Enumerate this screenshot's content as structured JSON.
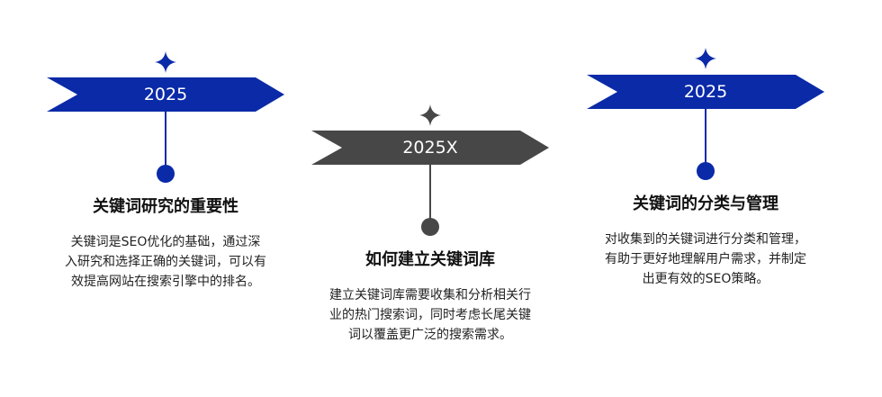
{
  "colors": {
    "primary": "#0a2aa8",
    "secondary": "#474747"
  },
  "steps": [
    {
      "label": "2025",
      "title": "关键词研究的重要性",
      "description": "关键词是SEO优化的基础，通过深入研究和选择正确的关键词，可以有效提高网站在搜索引擎中的排名。"
    },
    {
      "label": "2025X",
      "title": "如何建立关键词库",
      "description": "建立关键词库需要收集和分析相关行业的热门搜索词，同时考虑长尾关键词以覆盖更广泛的搜索需求。"
    },
    {
      "label": "2025",
      "title": "关键词的分类与管理",
      "description": "对收集到的关键词进行分类和管理，有助于更好地理解用户需求，并制定出更有效的SEO策略。"
    }
  ]
}
